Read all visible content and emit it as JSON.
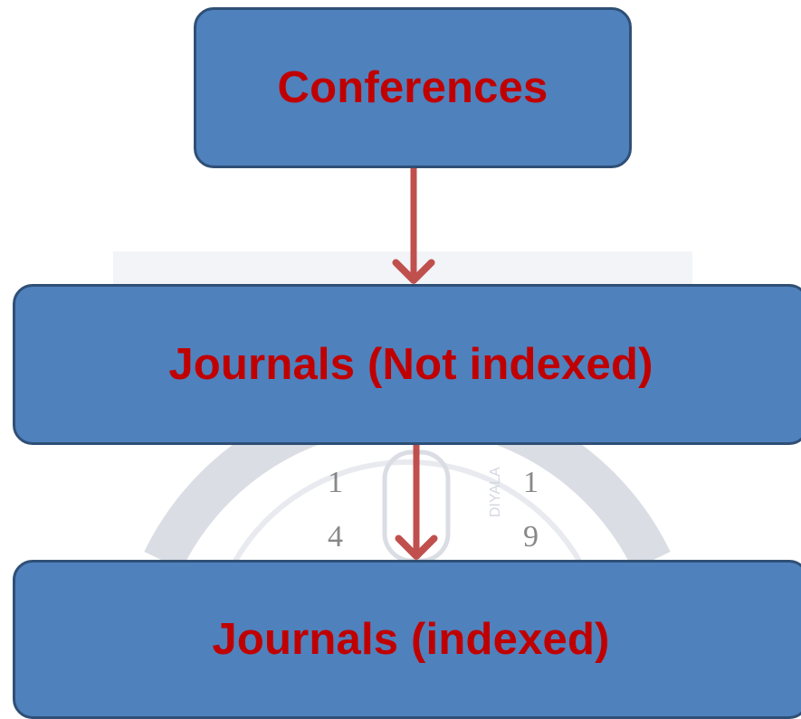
{
  "diagram": {
    "nodes": [
      {
        "id": "conferences",
        "label": "Conferences"
      },
      {
        "id": "journals-not-indexed",
        "label": "Journals (Not indexed)"
      },
      {
        "id": "journals-indexed",
        "label": "Journals (indexed)"
      }
    ],
    "edges": [
      {
        "from": "conferences",
        "to": "journals-not-indexed"
      },
      {
        "from": "journals-not-indexed",
        "to": "journals-indexed"
      }
    ]
  },
  "watermark": {
    "seal_digits": [
      "1",
      "4",
      "1",
      "9"
    ],
    "seal_band_text": "DIYALA"
  },
  "colors": {
    "node_fill": "#4f81bd",
    "node_border": "#2f4f75",
    "node_text": "#c00000",
    "arrow": "#c0504d"
  }
}
